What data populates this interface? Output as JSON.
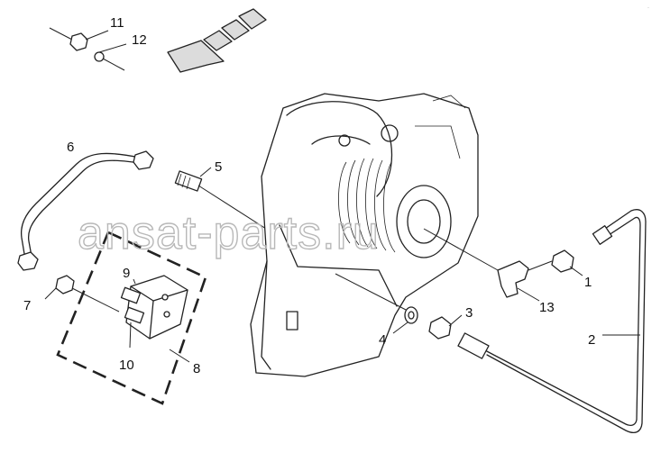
{
  "watermark": "ansat-parts.ru",
  "callouts": [
    {
      "id": "1",
      "label": "1"
    },
    {
      "id": "2",
      "label": "2"
    },
    {
      "id": "3",
      "label": "3"
    },
    {
      "id": "4",
      "label": "4"
    },
    {
      "id": "5",
      "label": "5"
    },
    {
      "id": "6",
      "label": "6"
    },
    {
      "id": "7",
      "label": "7"
    },
    {
      "id": "8",
      "label": "8"
    },
    {
      "id": "9",
      "label": "9"
    },
    {
      "id": "10",
      "label": "10"
    },
    {
      "id": "11",
      "label": "11"
    },
    {
      "id": "12",
      "label": "12"
    },
    {
      "id": "13",
      "label": "13"
    }
  ],
  "icons": {
    "direction": "front-direction-arrow-icon",
    "winch": "winch-assembly-icon",
    "valve": "valve-block-icon",
    "line-left": "hydraulic-line-icon",
    "line-right": "hydraulic-line-icon"
  },
  "colors": {
    "line": "#222222",
    "watermark": "#b8b8b8",
    "background": "#ffffff"
  }
}
